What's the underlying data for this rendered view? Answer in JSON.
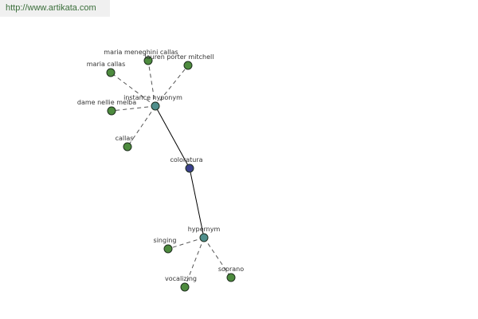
{
  "watermark": "http://www.artikata.com",
  "colors": {
    "leaf": "#4d8b3e",
    "relation": "#4f8f8c",
    "center": "#3a3f8c"
  },
  "nodes": [
    {
      "id": "coloratura",
      "label": "coloratura",
      "kind": "center"
    },
    {
      "id": "instance-hyponym",
      "label": "instance hyponym",
      "kind": "relation"
    },
    {
      "id": "hypernym",
      "label": "hypernym",
      "kind": "relation"
    },
    {
      "id": "maria-meneghini-callas",
      "label": "maria meneghini callas",
      "kind": "leaf"
    },
    {
      "id": "lauren-porter-mitchell",
      "label": "lauren porter mitchell",
      "kind": "leaf"
    },
    {
      "id": "maria-callas",
      "label": "maria callas",
      "kind": "leaf"
    },
    {
      "id": "dame-nellie-melba",
      "label": "dame nellie melba",
      "kind": "leaf"
    },
    {
      "id": "callas",
      "label": "callas",
      "kind": "leaf"
    },
    {
      "id": "singing",
      "label": "singing",
      "kind": "leaf"
    },
    {
      "id": "vocalizing",
      "label": "vocalizing",
      "kind": "leaf"
    },
    {
      "id": "soprano",
      "label": "soprano",
      "kind": "leaf"
    }
  ],
  "edges": [
    {
      "from": "instance-hyponym",
      "to": "coloratura",
      "style": "solid"
    },
    {
      "from": "coloratura",
      "to": "hypernym",
      "style": "solid"
    },
    {
      "from": "instance-hyponym",
      "to": "maria-meneghini-callas",
      "style": "dashed"
    },
    {
      "from": "instance-hyponym",
      "to": "lauren-porter-mitchell",
      "style": "dashed"
    },
    {
      "from": "instance-hyponym",
      "to": "maria-callas",
      "style": "dashed"
    },
    {
      "from": "instance-hyponym",
      "to": "dame-nellie-melba",
      "style": "dashed"
    },
    {
      "from": "instance-hyponym",
      "to": "callas",
      "style": "dashed"
    },
    {
      "from": "hypernym",
      "to": "singing",
      "style": "dashed"
    },
    {
      "from": "hypernym",
      "to": "vocalizing",
      "style": "dashed"
    },
    {
      "from": "hypernym",
      "to": "soprano",
      "style": "dashed"
    }
  ]
}
